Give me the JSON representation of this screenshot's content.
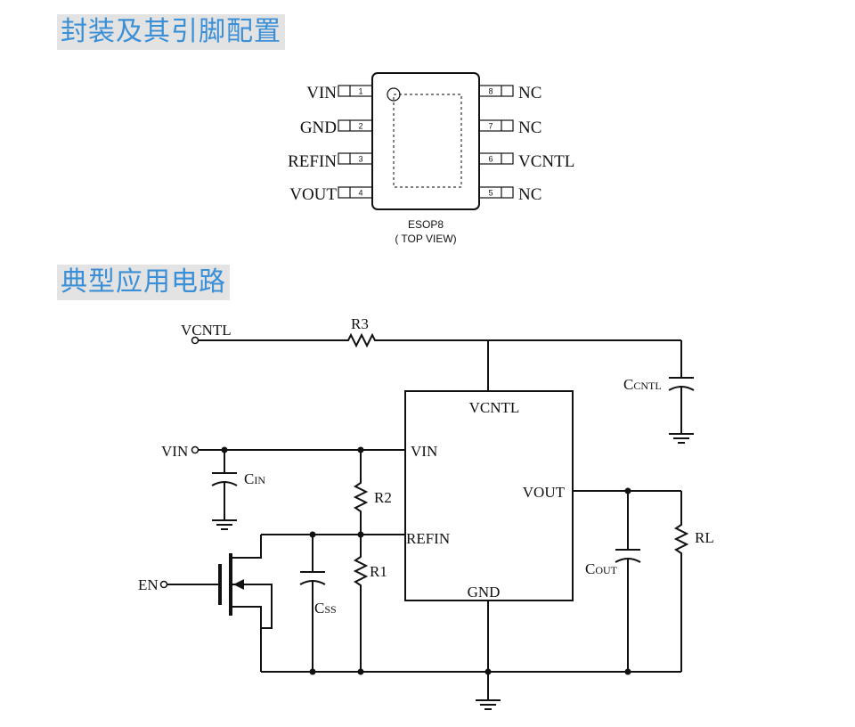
{
  "sections": {
    "package_title": "封装及其引脚配置",
    "circuit_title": "典型应用电路"
  },
  "package": {
    "name": "ESOP8",
    "view": "( TOP VIEW)",
    "left_pins": [
      {
        "num": "1",
        "name": "VIN"
      },
      {
        "num": "2",
        "name": "GND"
      },
      {
        "num": "3",
        "name": "REFIN"
      },
      {
        "num": "4",
        "name": "VOUT"
      }
    ],
    "right_pins": [
      {
        "num": "8",
        "name": "NC"
      },
      {
        "num": "7",
        "name": "NC"
      },
      {
        "num": "6",
        "name": "VCNTL"
      },
      {
        "num": "5",
        "name": "NC"
      }
    ]
  },
  "circuit": {
    "ic_pins": {
      "vcntl": "VCNTL",
      "vin": "VIN",
      "refin": "REFIN",
      "vout": "VOUT",
      "gnd": "GND"
    },
    "terminals": {
      "vcntl": "VCNTL",
      "vin": "VIN",
      "en": "EN"
    },
    "components": {
      "r3": "R3",
      "r2": "R2",
      "r1": "R1",
      "rl": "RL",
      "c_cntl": {
        "main": "C",
        "sub": "CNTL"
      },
      "c_in": {
        "main": "C",
        "sub": "IN"
      },
      "c_ss": {
        "main": "C",
        "sub": "SS"
      },
      "c_out": {
        "main": "C",
        "sub": "OUT"
      }
    }
  }
}
